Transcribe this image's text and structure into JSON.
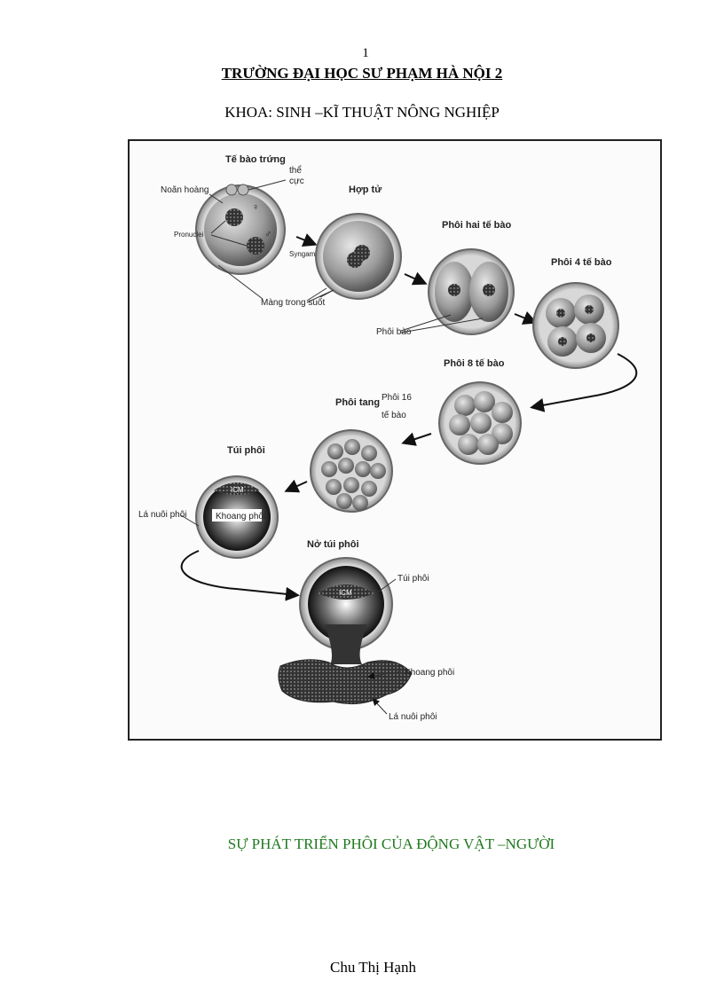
{
  "page": {
    "number": "1",
    "university": "TRƯỜNG ĐẠI HỌC SƯ PHẠM HÀ NỘI 2",
    "faculty": "KHOA: SINH –KĨ THUẬT NÔNG NGHIỆP",
    "title": "SỰ PHÁT TRIỂN PHÔI CỦA ĐỘNG VẬT –NGƯỜI",
    "author": "Chu Thị Hạnh"
  },
  "figure": {
    "stage_egg": "Tế bào trứng",
    "polar_body_1": "thể",
    "polar_body_2": "cực",
    "yolk": "Noãn hoàng",
    "pronuclei": "Pronuclei",
    "female_symbol": "♀",
    "male_symbol": "♂",
    "syngamy": "Syngamy",
    "stage_zygote": "Hợp tử",
    "zona": "Màng trong suốt",
    "stage_2cell": "Phôi hai tế bào",
    "blastomere": "Phôi bào",
    "stage_4cell": "Phôi 4 tế bào",
    "stage_8cell": "Phôi 8 tế bào",
    "stage_16cell_1": "Phôi 16",
    "stage_16cell_2": "tế bào",
    "stage_morula": "Phôi tang",
    "stage_blastocyst": "Túi phôi",
    "icm": "ICM",
    "blastocoel": "Khoang phôi",
    "trophoblast": "Lá nuôi phôi",
    "stage_hatching": "Nở túi phôi",
    "hatch_blastocyst": "Túi phôi",
    "hatch_icm": "ICM",
    "hatch_blastocoel": "Khoang phôi",
    "hatch_trophoblast": "Lá nuôi phôi"
  }
}
